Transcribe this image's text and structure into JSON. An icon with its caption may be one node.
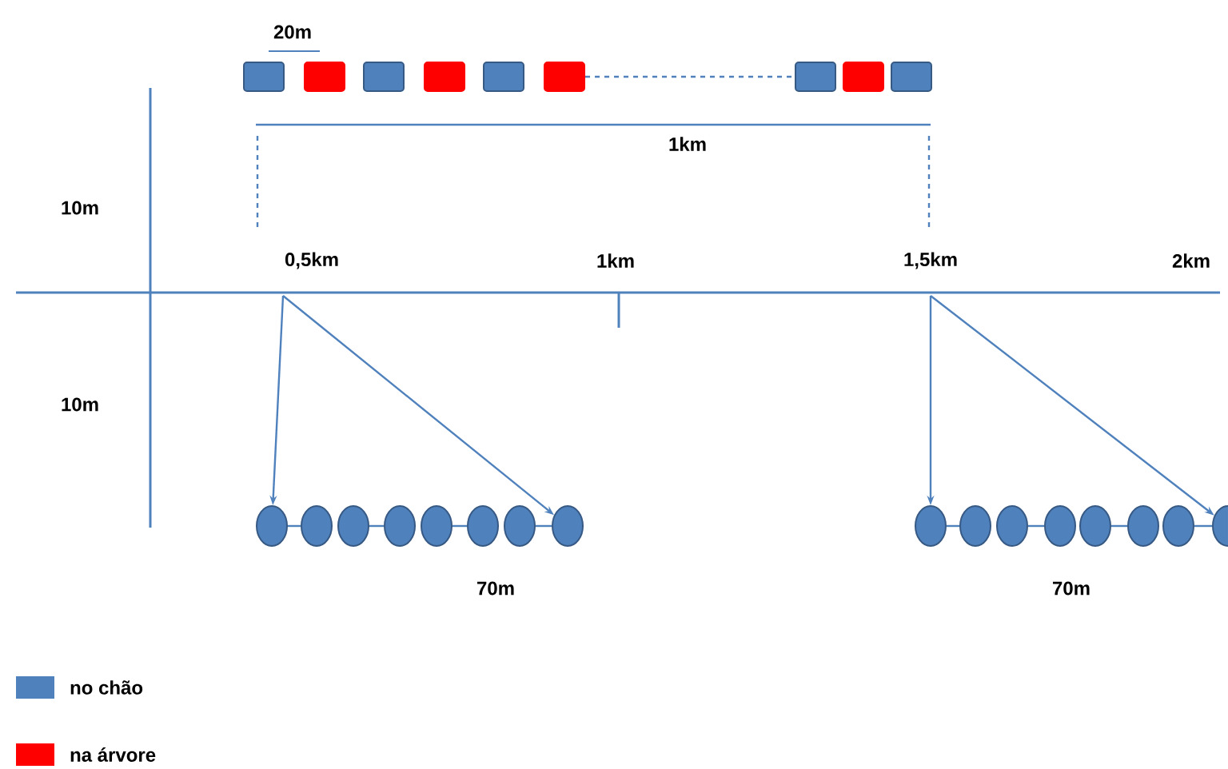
{
  "diagram": {
    "nodes": [
      {
        "text": [],
        "shape": "box"
      },
      {
        "text": [],
        "shape": "box"
      },
      {
        "text": [],
        "shape": "box"
      },
      {
        "text": [],
        "shape": "box"
      },
      {
        "text": [],
        "shape": "box"
      },
      {
        "text": [],
        "shape": "box"
      },
      {
        "text": [],
        "shape": "box"
      },
      {
        "text": [],
        "shape": "box"
      },
      {
        "text": [],
        "shape": "box"
      },
      {
        "text": [],
        "shape": "circle"
      },
      {
        "text": [],
        "shape": "circle"
      },
      {
        "text": [],
        "shape": "circle"
      },
      {
        "text": [],
        "shape": "circle"
      },
      {
        "text": [],
        "shape": "circle"
      },
      {
        "text": [],
        "shape": "circle"
      },
      {
        "text": [],
        "shape": "circle"
      },
      {
        "text": [],
        "shape": "circle"
      },
      {
        "text": [],
        "shape": "circle"
      },
      {
        "text": [],
        "shape": "circle"
      },
      {
        "text": [],
        "shape": "circle"
      },
      {
        "text": [],
        "shape": "circle"
      },
      {
        "text": [],
        "shape": "circle"
      },
      {
        "text": [],
        "shape": "circle"
      },
      {
        "text": [],
        "shape": "circle"
      },
      {
        "text": [],
        "shape": "circle"
      }
    ],
    "edges": [
      {
        "from": 5,
        "to": 6,
        "arrow": "none",
        "style": "dashed"
      },
      {
        "from": 9,
        "to": 10,
        "arrow": "none"
      },
      {
        "from": 11,
        "to": 12,
        "arrow": "none"
      },
      {
        "from": 13,
        "to": 14,
        "arrow": "none"
      },
      {
        "from": 15,
        "to": 16,
        "arrow": "none"
      },
      {
        "from": 17,
        "to": 18,
        "arrow": "none"
      },
      {
        "from": 19,
        "to": 20,
        "arrow": "none"
      },
      {
        "from": 21,
        "to": 22,
        "arrow": "none"
      },
      {
        "from": 23,
        "to": 24,
        "arrow": "none"
      },
      {
        "from": null,
        "to": 9,
        "arrow": "to"
      },
      {
        "from": null,
        "to": 16,
        "arrow": "to"
      },
      {
        "from": null,
        "to": 17,
        "arrow": "to"
      },
      {
        "from": null,
        "to": 24,
        "arrow": "to"
      }
    ],
    "labels": [
      "20m",
      "1km",
      "10m",
      "0,5km",
      "1km",
      "1,5km",
      "2km",
      "10m",
      "70m",
      "70m"
    ],
    "legend": [
      {
        "text": "no chão",
        "color": "#4f81bd"
      },
      {
        "text": "na árvore",
        "color": "#ff0000"
      }
    ]
  }
}
